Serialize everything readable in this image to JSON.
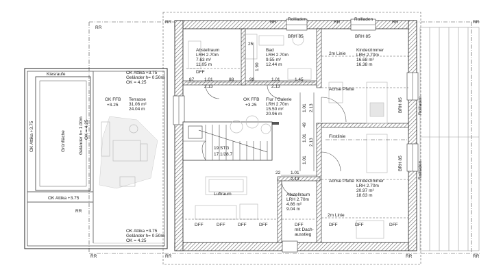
{
  "labels": {
    "rr": "RR",
    "rollladen": "Rollladen",
    "brh85": "BRH 85",
    "kiesrauefe": "Kiesraufe",
    "gruenflaeche": "Grünfläche",
    "ok_attika_left": "OK Attika +3.75",
    "ok_attika_bottom_left": "OK Attika +3.75",
    "gelaender_vertical": "Geländer h= 1.00m",
    "ok425_vertical": "OK = 4.25",
    "attika_top": [
      "OK Attika +3.75",
      "Geländer h= 0.50m",
      "OK = 4.25"
    ],
    "attika_bottom": [
      "OK Attika +3.75",
      "Geländer h= 0.50m",
      "OK = 4.25"
    ],
    "terrasse": [
      "Terrasse",
      "31.06 m²",
      "24.04 m"
    ],
    "ok_ffb_left": [
      "OK FFB",
      "+3.25"
    ],
    "ok_ffb_mid": [
      "OK FFB",
      "+3.25"
    ],
    "abstellraum_top": [
      "Abstellraum",
      "LRH 2.70m",
      "7.63 m²",
      "11.05 m"
    ],
    "bad": [
      "Bad",
      "LRH 2.70m",
      "9.55 m²",
      "12.44 m"
    ],
    "kinderzimmer_top": [
      "Kinderzimmer",
      "LRH 2.70m",
      "16.68 m²",
      "16.38 m"
    ],
    "flur": [
      "Flur / Galerie",
      "LRH 2.70m",
      "15.50 m²",
      "20.96 m"
    ],
    "kinderzimmer_bottom": [
      "Kinderzimmer",
      "LRH 2.70m",
      "20.97 m²",
      "18.63 m"
    ],
    "abstellraum_bottom": [
      "Abstellraum",
      "LRH 2.70m",
      "4.86 m²",
      "9.04 m"
    ],
    "luftraum": "Luftraum",
    "stairs": [
      "19 STG",
      "17.1/28.7"
    ],
    "dff": "DFF",
    "dff_dachausstieg": [
      "DFF",
      "mit Dach-",
      "ausstieg"
    ],
    "achse_pfette": "Achse Pfette",
    "firstlinie": "Firstlinie",
    "linie_2m": "2m Linie",
    "dims": {
      "d87": "87",
      "d101": "1.01",
      "d213": "2.13",
      "d88": "88",
      "d99": "99",
      "d145": "1.45",
      "d25": "25",
      "d190": "1.90",
      "d22": "22",
      "d49": "49"
    }
  }
}
